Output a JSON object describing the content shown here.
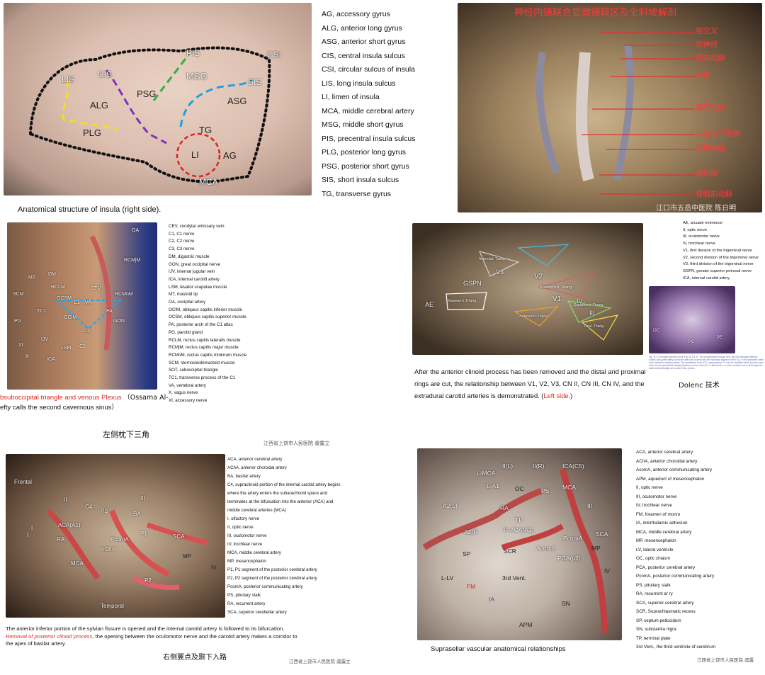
{
  "panel1": {
    "legend": [
      "AG, accessory gyrus",
      "ALG, anterior long gyrus",
      "ASG, anterior short gyrus",
      "CIS, central insula sulcus",
      "CSI, circular sulcus of insula",
      "LIS, long insula sulcus",
      "LI, limen of insula",
      "MCA, middle cerebral artery",
      "MSG, middle short gyrus",
      "PIS, precentral insula sulcus",
      "PLG, posterior long gyrus",
      "PSG, posterior short gyrus",
      "SIS, short insula sulcus",
      "TG, transverse gyrus"
    ],
    "labels": {
      "pis": "PIS",
      "csi": "CSI",
      "lis": "LIS",
      "cis": "CIS",
      "msg": "MSG",
      "sis": "SIS",
      "psg": "PSG",
      "asg": "ASG",
      "alg": "ALG",
      "plg": "PLG",
      "tg": "TG",
      "li": "LI",
      "ag": "AG",
      "mca": "MCA"
    },
    "caption": "Anatomical structure of insula (right side)."
  },
  "panel2": {
    "title": "神经内镜联合显微镜鞍区及全斜坡解剖",
    "labels": [
      "视交叉",
      "视神经",
      "颈内动脉",
      "垂体",
      "基底动脉",
      "小脑前下动脉",
      "外展神经",
      "椎动脉",
      "脊髓前动脉"
    ],
    "watermark": "江口市五岳中医院 陈日明"
  },
  "panel3": {
    "legend": [
      "CEV, condylar emissary vein",
      "C1, C1 nerve",
      "C2, C2 nerve",
      "C3, C3 nerve",
      "DM, digastric muscle",
      "GON, great occipital nerve",
      "IJV, internal jugular vein",
      "ICA, internal carotid artery",
      "LSM, levator scapulae muscle",
      "MT, mastoid tip",
      "OA, occipital artery",
      "OCIM, obliquus capitis inferior muscle",
      "OCSM, obliquus capitis superior muscle",
      "PA, posterior arch of the C1 atlas",
      "PG, parotid gland",
      "RCLM, rectus capitis lateralis muscle",
      "RCMjM, rectus capitis major muscle",
      "RCMnM, rectus capitis  minimum muscle",
      "SCM, sternocleidomastoid muscle",
      "SOT, suboccipital triangle",
      "TC1, transverse process of the C1",
      "VA, vertebral artery",
      "X, vagus nerve",
      "XI, accessory nerve"
    ],
    "labels": {
      "oa": "OA",
      "rcmjm": "RCMjM",
      "scm": "SCM",
      "mt": "MT",
      "dm": "DM",
      "rclm": "RCLM",
      "ocsm": "OCSM",
      "cev": "CEV",
      "rcmnm": "RCMnM",
      "c1": "C1",
      "va": "VA",
      "tc1": "TC1",
      "ocim": "OCIM",
      "pa": "PA",
      "pg": "PG",
      "c2": "C2",
      "gon": "GON",
      "xi": "XI",
      "ijv": "IJV",
      "lsm": "LSM",
      "c3": "C3",
      "x": "X",
      "ica": "ICA"
    },
    "caption_red": "bsuboccipital triangle and venous Plexus",
    "caption_rest": "（Ossama Al-",
    "caption_line2": "efty calls the second cavernous sinus）",
    "subtitle": "左侧枕下三角",
    "credit": "江西省上饶市人民医院 虞露立"
  },
  "panel4": {
    "legend": [
      "AE, arcuate eminence",
      "II, optic nerve",
      "III, oculomotor nerve",
      "IV, trochlear nerve",
      "V1, first division of the trigeminal nerve",
      "V2, second division of the trigeminal nerve",
      "V3, third division of the trigeminal nerve",
      "GSPN, greater superior petrosal nerve",
      "ICA, internal carotid artery"
    ],
    "labels": {
      "gspn": "GSPN",
      "v3": "V3",
      "v2": "V2",
      "ae": "AE",
      "v1": "V1",
      "iv": "IV",
      "iii": "III",
      "ant_tri": "Anterolat. Triang.",
      "antmed": "Anteromed. Triang.",
      "kawase": "Kawase's Triang.",
      "parkinson": "Parkinson's Triang.",
      "supratroch": "Supratroch. Triang.",
      "ocul": "Ocul. Triang."
    },
    "caption": "After the anterior clinoid process has been removed and the distal and proximal rings are cut, the relationship between V1, V2, V3, CN II, CN III, CN IV, and the  extradural carotid arteries is demonstrated. (",
    "caption_red": "Left side",
    "caption_end": ".)",
    "inset_caption": "Fig. 11.3  The same specimen as in Fig. 11.4 & 11. The undersurface through view, plus the enlarged laterally. Dolenc along with artery in and the after-has coursed into the horizontal segment of the ICA. In the specimen some of the lateral to medial portions. The ophthalmic trunk (OT), arising artery FV, may be identified within tissue in area of the for the paraclinoid triangle (between nerves III and IV, or lateral trios, or more medial to nerve III through the anteromedial triangle are shown in the photos.",
    "inset_title": "Dolenc 技术",
    "inset_labels": {
      "oc": "OC",
      "pc": "PC",
      "pe": "PE"
    }
  },
  "panel5": {
    "legend": [
      "ACA, anterior cerebral artery",
      "AChA, anterior choroidal artery",
      "BA, basilar artery",
      "C4, supraclinoid portion of the internal carotid artery begins",
      "where the artery enters the subarachnoid space and",
      "terminates at the bifurcation into the anterior (ACA) and",
      "middle cerebral arteries (MCA)",
      "I, olfactory nerve",
      "II, optic nerve",
      "III, oculomotor nerve",
      "IV, trochlear nerve",
      "MCA, middle cerebral artery",
      "MP, mesencephalon",
      "P1, P1 segment of the posterior cerebral artery",
      "P2, P2 segment of the posterior cerebral artery",
      "PcomA, posterior communicating artery",
      "PS, pituitary stalk",
      "RA, recurrent artery",
      "SCA, superior cerebellar artery"
    ],
    "labels": {
      "frontal": "Frontal",
      "ii": "II",
      "c4": "C4",
      "ps": "PS",
      "i1": "I",
      "iii": "III",
      "aca": "ACA(A1)",
      "ba": "BA",
      "i2": "I",
      "ra": "RA",
      "pcoma": "PcomA",
      "p1": "P1",
      "sca": "SCA",
      "acha": "AChA",
      "mp": "MP",
      "mca": "MCA",
      "iv": "IV",
      "p2": "P2",
      "temporal": "Temporal"
    },
    "caption1": "The anterior inferior portion of the sylvian fissure is opened and the internal carotid artery is followed to its bifurcation.",
    "caption2_it": "Removal of posterior clinoid process",
    "caption2_rest": ", the opening between the oculomotor nerve and the carotid artery makes a corridor to",
    "caption3": "the apex of basilar artery.",
    "subtitle": "右侧翼点及颞下入路",
    "credit": "江西省上饶市人民医院 虞露立"
  },
  "panel6": {
    "legend": [
      "ACA, anterior cerebral artery",
      "AChA, anterior choroidal artery",
      "AcomA, anterior communicating artery",
      "APM, aqueduct of mesencephalon",
      "II, optic nerve",
      "III, oculomotor nerve",
      "IV, trochlear nerve",
      "FM, foramen of monro",
      "IA,  interthalamic adhesion",
      "MCA, middle cerebral artery",
      "MP, mesencephalon",
      "LV, lateral ventricle",
      "OC, optic chiasm",
      "PCA, posterior cerebral artery",
      "PcomA, posterior communicating artery",
      "PS, pituitary stalk",
      "RA, recurrent ar  ry",
      "SCA, superior cerebral artery",
      "SCR, Suprachiasmatic recess",
      "SP, septum pellucidum",
      "SN, substantia nigra",
      "TP, terminal plate",
      "3rd  Vent., the third ventricle of cerebrum"
    ],
    "labels": {
      "ii_l": "II(L)",
      "ii_r": "II(R)",
      "ica": "ICA(C5)",
      "lmca": "L-MCA",
      "la1": "L-A1",
      "oc": "OC",
      "ps": "PS",
      "mca": "MCA",
      "a2l": "A2(L)",
      "ra": "RA",
      "tp": "TP",
      "a2r": "A2(R",
      "racaa1": "R-ACA(A1)",
      "iii": "III",
      "acoma": "AcomA",
      "pcoma": "PcomA",
      "sp": "SP",
      "scr": "SCR",
      "sca": "SCA",
      "mp": "MP",
      "lv": "L-LV",
      "fm": "FM",
      "vent": "3rd Vent.",
      "pca": "PCA(p2)",
      "iv": "IV",
      "ia": "IA",
      "sn": "SN",
      "apm": "APM"
    },
    "caption": "Suprasellar vascular anatomical relationships",
    "credit": "江西省上饶市人民医院 虞露"
  }
}
